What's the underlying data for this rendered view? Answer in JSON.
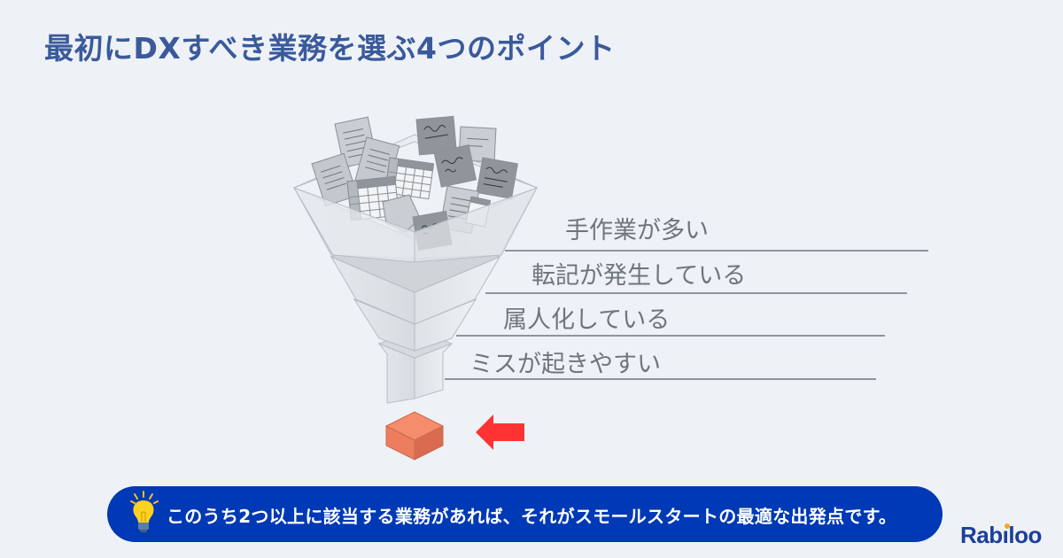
{
  "header": {
    "title": "最初にDXすべき業務を選ぶ4つのポイント"
  },
  "funnel": {
    "items": [
      {
        "label": "手作業が多い"
      },
      {
        "label": "転記が発生している"
      },
      {
        "label": "属人化している"
      },
      {
        "label": "ミスが起きやすい"
      }
    ],
    "input_icon": "documents-spreadsheets-notes-icon",
    "output_icon": "orange-cube-icon",
    "pointer_icon": "red-arrow-left-icon"
  },
  "banner": {
    "icon": "lightbulb-icon",
    "text": "このうち2つ以上に該当する業務があれば、それがスモールスタートの最適な出発点です。",
    "color": "#0039b5"
  },
  "brand": {
    "logo_text": "Rabiloo",
    "logo_part1": "Rab",
    "logo_i": "ı",
    "logo_part2": "loo",
    "color": "#1c3e9c",
    "dot_color": "#f5a623"
  },
  "colors": {
    "background": "#eef2f7",
    "title": "#3a5a9b",
    "label": "#6e757c",
    "cube": "#f08866",
    "arrow": "#ff3333"
  }
}
